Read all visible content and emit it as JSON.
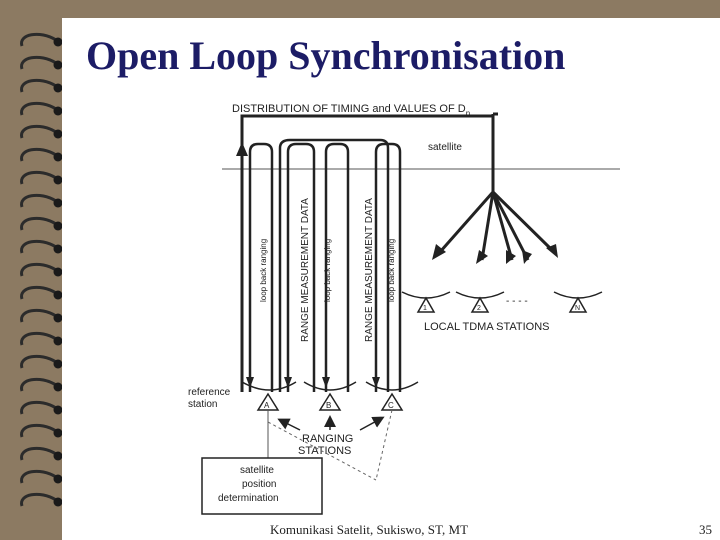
{
  "slide": {
    "title": "Open Loop Synchronisation",
    "footer": "Komunikasi Satelit, Sukiswo, ST, MT",
    "page_number": "35"
  },
  "diagram": {
    "top_label": "DISTRIBUTION OF TIMING and VALUES OF D",
    "top_label_sub": "n",
    "satellite": "satellite",
    "loop_back_ranging": "loop back ranging",
    "range_measurement": "RANGE MEASUREMENT DATA",
    "local_stations_label": "LOCAL TDMA STATIONS",
    "station_1": "1",
    "station_2": "2",
    "station_dots": "- - - -",
    "station_n": "N",
    "reference_station_line1": "reference",
    "reference_station_line2": "station",
    "station_a": "A",
    "station_b": "B",
    "station_c": "C",
    "ranging_line1": "RANGING",
    "ranging_line2": "STATIONS",
    "box_line1": "satellite",
    "box_line2": "position",
    "box_line3": "determination"
  }
}
